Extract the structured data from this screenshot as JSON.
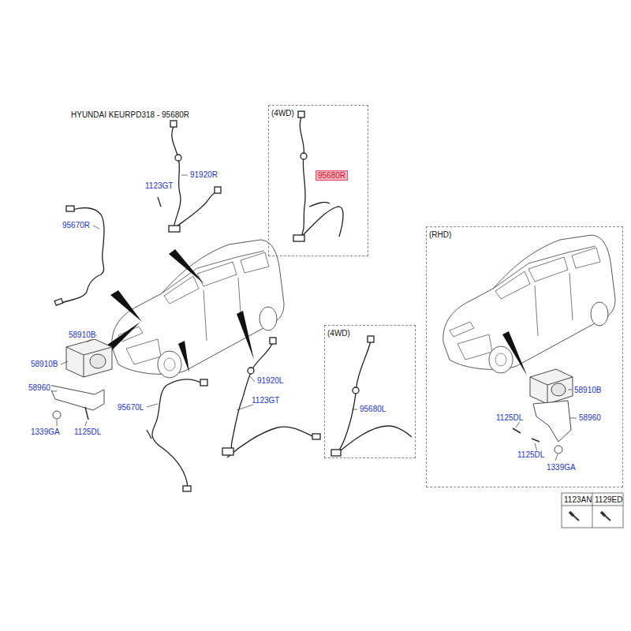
{
  "diagram": {
    "title": "HYUNDAI KEURPD318 - 95680R",
    "nodes": [
      {
        "text": [
          "(4WD)"
        ]
      },
      {
        "text": [
          "95680R"
        ],
        "in": 0
      },
      {
        "text": [
          "(RHD)"
        ]
      },
      {
        "text": [
          "(4WD)"
        ]
      }
    ],
    "labels": [
      "91920R",
      "1123GT",
      "95670R",
      "58910B",
      "58910B",
      "58960",
      "1339GA",
      "1125DL",
      "95670L",
      "91920L",
      "1123GT",
      "95680L",
      "58910B",
      "1125DL",
      "58960",
      "1125DL",
      "1339GA",
      "1123AN",
      "1129ED"
    ]
  }
}
